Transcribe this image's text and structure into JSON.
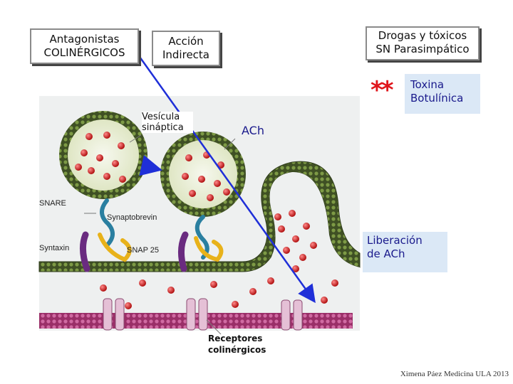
{
  "tags": {
    "antagonists": [
      "Antagonistas",
      "COLINÉRGICOS"
    ],
    "indirect": [
      "Acción",
      "Indirecta"
    ],
    "drugs": [
      "Drogas y tóxicos",
      "SN Parasimpático"
    ]
  },
  "toxin": {
    "stars": "**",
    "lines": [
      "Toxina",
      "Botulínica"
    ]
  },
  "release": {
    "lines": [
      "Liberación",
      "de ACh"
    ]
  },
  "labels": {
    "vesicle": [
      "Vesícula",
      "sináptica"
    ],
    "ach": "ACh",
    "receptors": [
      "Receptores",
      "colinérgicos"
    ],
    "snare": "SNARE",
    "synaptobrevin": "Synaptobrevin",
    "syntaxin": "Syntaxin",
    "snap25": "SNAP 25"
  },
  "credit": "Ximena Páez Medicina ULA 2013",
  "colors": {
    "membrane": "#556b2f",
    "vesicle_fill": "#e8ecd6",
    "ach_dot": "#c41818",
    "arrow": "#1f2fd8",
    "receptor": "#d8a8c8",
    "postsynaptic": "#b5427e"
  }
}
